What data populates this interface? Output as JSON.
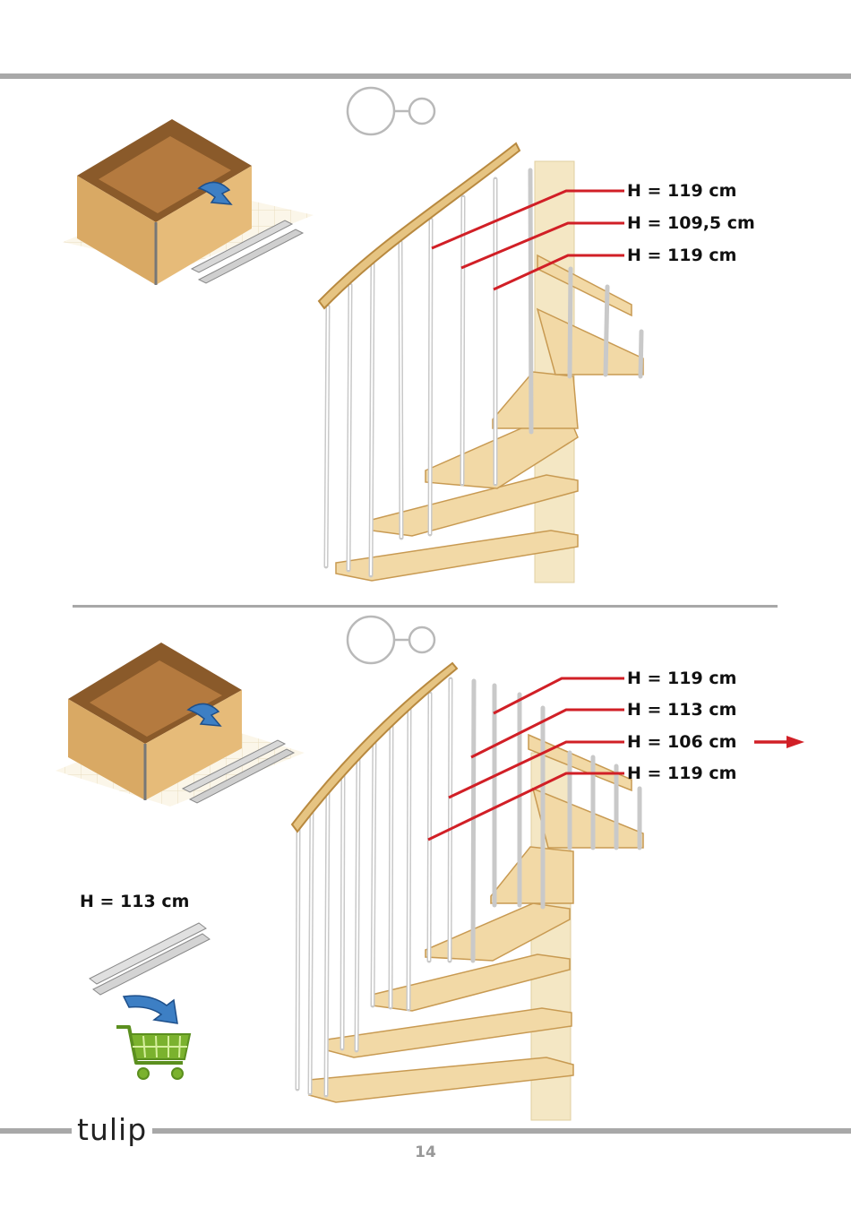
{
  "section1": {
    "labels": [
      "H = 119 cm",
      "H = 109,5 cm",
      "H = 119 cm"
    ]
  },
  "section2": {
    "labels": [
      "H = 119 cm",
      "H = 113 cm",
      "H = 106 cm",
      "H = 119 cm"
    ],
    "extra_label": "H = 113 cm"
  },
  "footer": {
    "logo": "tulip",
    "page_number": "14"
  },
  "colors": {
    "rule": "#a8a8a8",
    "leader": "#d11f26",
    "wood": "#f2d9a6",
    "wood_edge": "#c89a52",
    "cart": "#7bb22e",
    "arrow_blue": "#3d7fc4"
  },
  "icons": [
    "step-indicator-icon",
    "box-icon",
    "rails-icon",
    "arrow-down-icon",
    "shopping-cart-icon",
    "red-arrow-icon"
  ]
}
